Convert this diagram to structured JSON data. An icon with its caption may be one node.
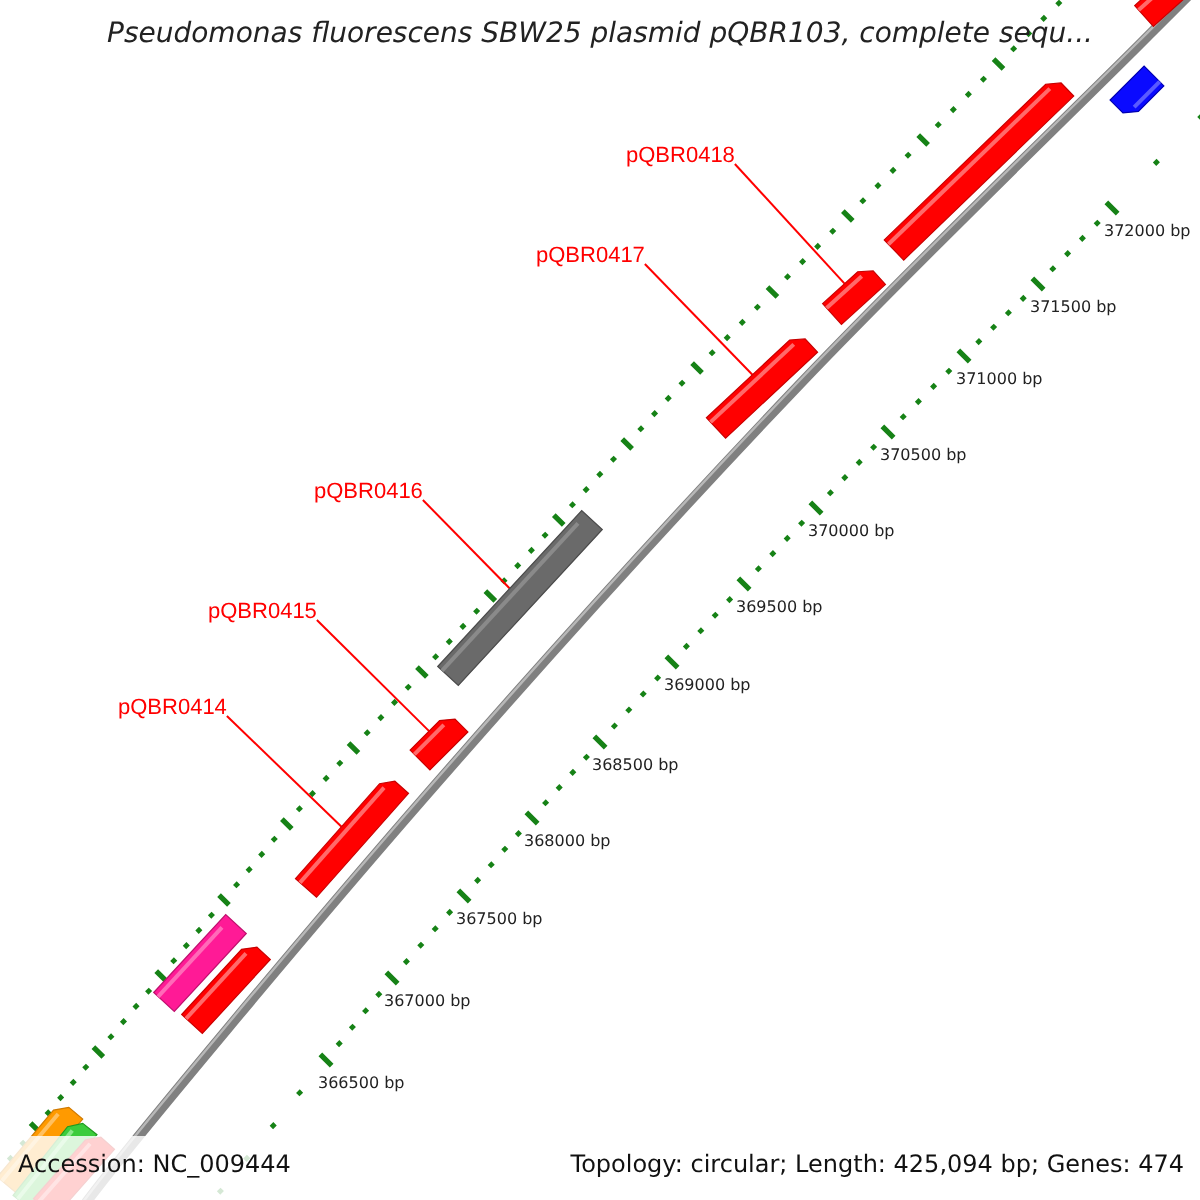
{
  "diagram": {
    "title": "Pseudomonas fluorescens SBW25 plasmid pQBR103, complete sequ...",
    "nodes": [
      {
        "text": [
          "pQBR0414"
        ]
      },
      {
        "text": [
          "pQBR0415"
        ]
      },
      {
        "text": [
          "pQBR0416"
        ]
      },
      {
        "text": [
          "pQBR0417"
        ]
      },
      {
        "text": [
          "pQBR0418"
        ]
      },
      {
        "text": [],
        "shape": "bar"
      },
      {
        "text": [],
        "shape": "bar"
      },
      {
        "text": [],
        "shape": "bar"
      },
      {
        "text": [],
        "shape": "bar"
      },
      {
        "text": [],
        "shape": "bar"
      },
      {
        "text": [],
        "shape": "bar"
      },
      {
        "text": [],
        "shape": "bar"
      },
      {
        "text": [],
        "shape": "bar"
      },
      {
        "text": [],
        "shape": "bar"
      },
      {
        "text": [],
        "shape": "bar"
      },
      {
        "text": [],
        "shape": "bar"
      },
      {
        "text": [],
        "shape": "bar"
      },
      {
        "text": [],
        "shape": "bar"
      }
    ],
    "edges": [
      {
        "from": 0,
        "to": 5,
        "arrow": "none"
      },
      {
        "from": 1,
        "to": 6,
        "arrow": "none"
      },
      {
        "from": 2,
        "to": 7,
        "arrow": "none"
      },
      {
        "from": 3,
        "to": 8,
        "arrow": "none"
      },
      {
        "from": 4,
        "to": 9,
        "arrow": "none"
      }
    ],
    "labels": [
      "372000 bp",
      "371500 bp",
      "371000 bp",
      "370500 bp",
      "370000 bp",
      "369500 bp",
      "369000 bp",
      "368500 bp",
      "368000 bp",
      "367500 bp",
      "367000 bp",
      "366500 bp",
      "Accession: NC_009444",
      "Topology: circular; Length: 425,094 bp; Genes: 474"
    ]
  }
}
